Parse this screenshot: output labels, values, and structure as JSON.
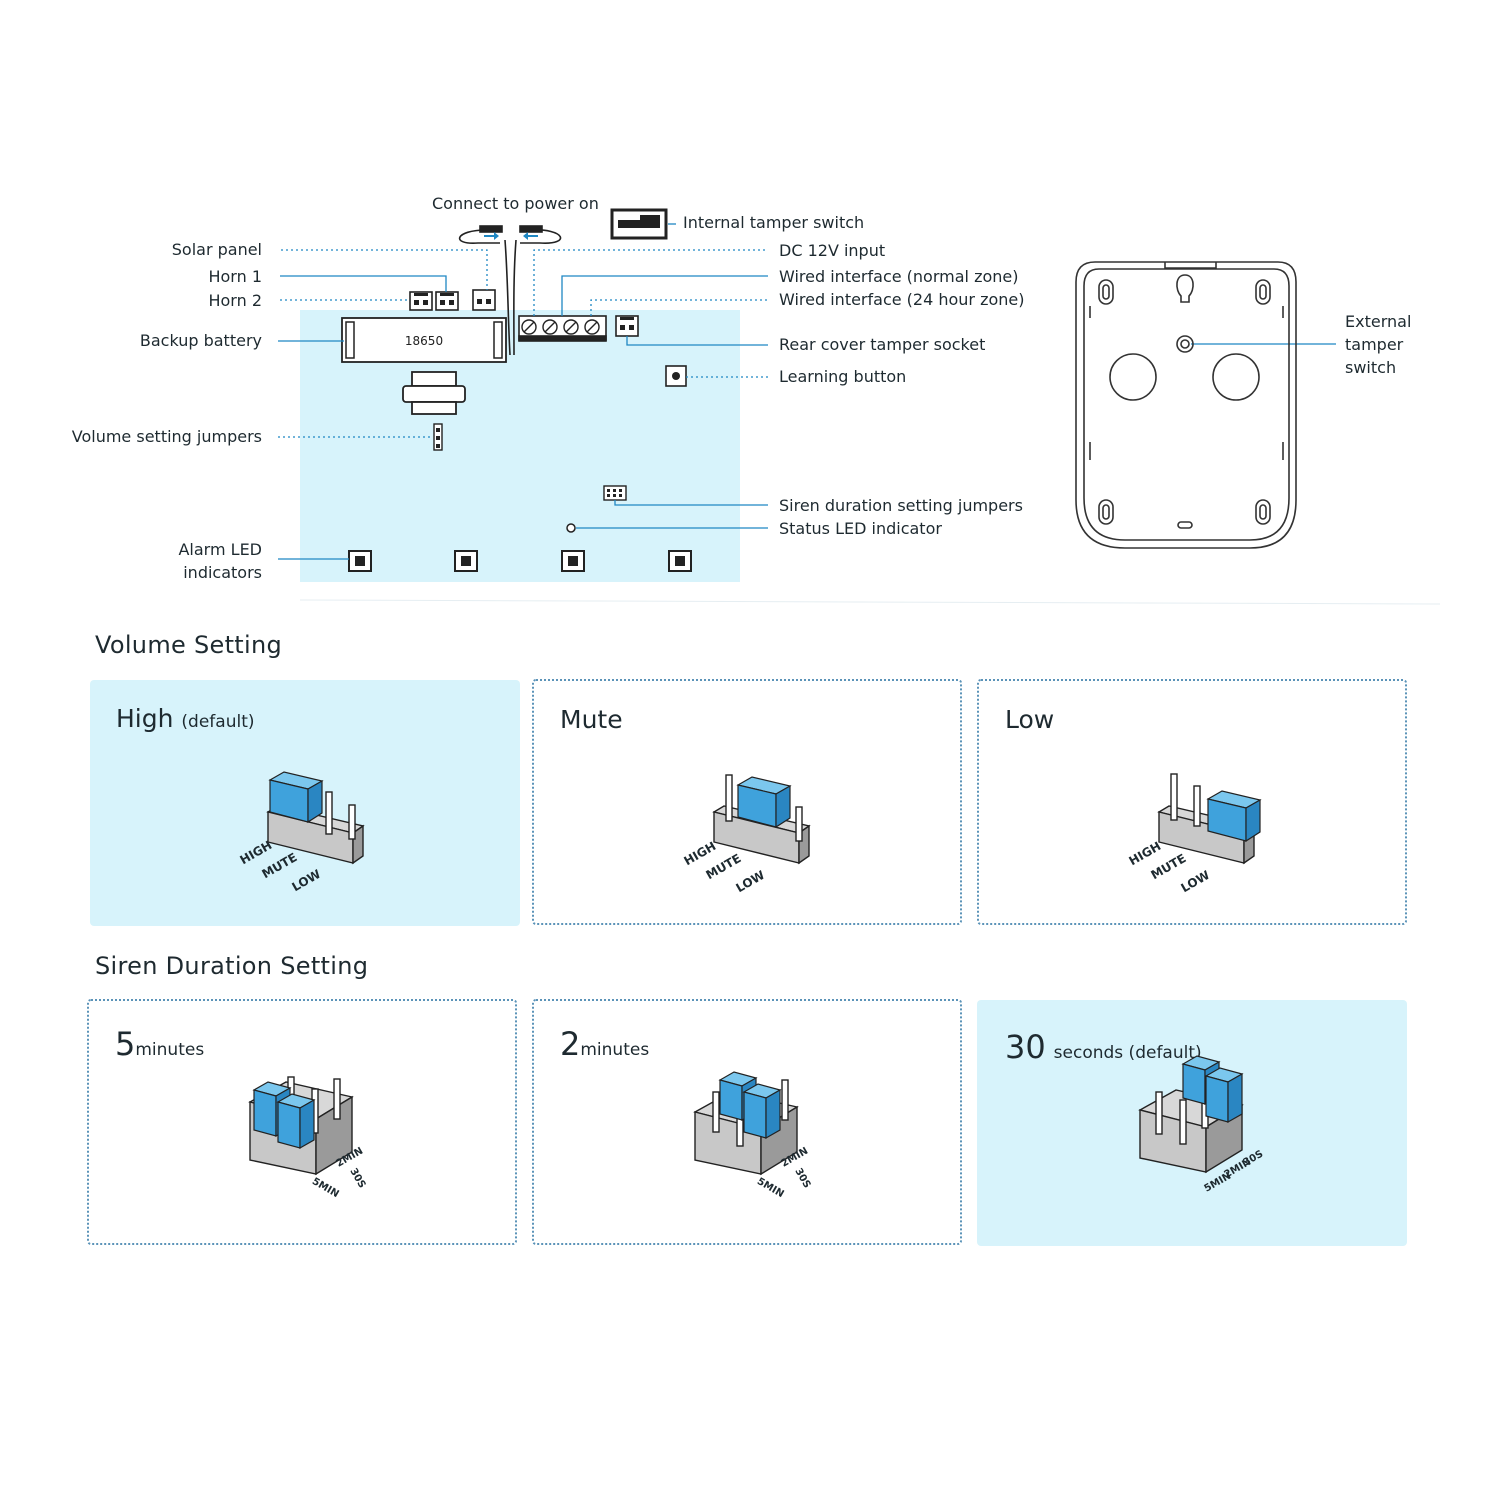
{
  "diagram": {
    "labels": {
      "connect_power": "Connect to power on",
      "internal_tamper": "Internal tamper switch",
      "solar_panel": "Solar panel",
      "horn1": "Horn 1",
      "horn2": "Horn 2",
      "backup_battery": "Backup battery",
      "volume_jumpers": "Volume setting jumpers",
      "alarm_led": [
        "Alarm LED",
        "indicators"
      ],
      "dc_input": "DC 12V input",
      "wired_normal": "Wired interface (normal zone)",
      "wired_24h": "Wired interface (24 hour zone)",
      "rear_tamper": "Rear cover tamper socket",
      "learning_button": "Learning button",
      "siren_jumpers": "Siren duration setting jumpers",
      "status_led": "Status LED indicator",
      "external_tamper": [
        "External",
        "tamper",
        "switch"
      ],
      "battery_model": "18650"
    },
    "colors": {
      "accent_blue": "#1f87c3",
      "board_tint": "#d7f3fb",
      "jumper_blue": "#3fa2dc"
    }
  },
  "volume": {
    "title": "Volume Setting",
    "cards": [
      {
        "main": "High",
        "sub": "(default)",
        "position": "high"
      },
      {
        "main": "Mute",
        "sub": "",
        "position": "mute"
      },
      {
        "main": "Low",
        "sub": "",
        "position": "low"
      }
    ],
    "pin_labels": [
      "HIGH",
      "MUTE",
      "LOW"
    ]
  },
  "siren": {
    "title": "Siren Duration Setting",
    "cards": [
      {
        "num": "5",
        "unit": "minutes",
        "position": "5min"
      },
      {
        "num": "2",
        "unit": "minutes",
        "position": "2min"
      },
      {
        "num": "30",
        "unit": "seconds (default)",
        "position": "30s"
      }
    ],
    "pin_labels": [
      "30S",
      "2MIN",
      "5MIN"
    ]
  }
}
